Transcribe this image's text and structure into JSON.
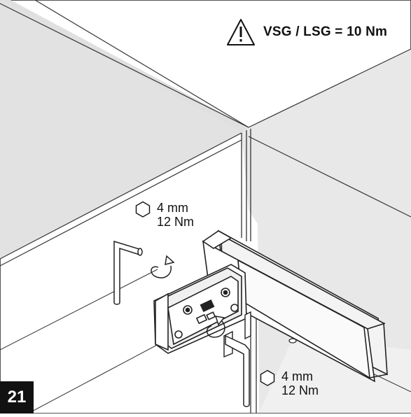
{
  "figure": {
    "step_number": "21",
    "warning": {
      "icon": "warning-triangle-icon",
      "text": "VSG / LSG = 10 Nm"
    },
    "specs": [
      {
        "icon": "hex-socket-icon",
        "size": "4 mm",
        "torque": "12 Nm"
      },
      {
        "icon": "hex-socket-icon",
        "size": "4 mm",
        "torque": "12 Nm"
      }
    ],
    "colors": {
      "wall_fill": "#e6e6e6",
      "line": "#222222",
      "step_badge": "#111111"
    }
  }
}
